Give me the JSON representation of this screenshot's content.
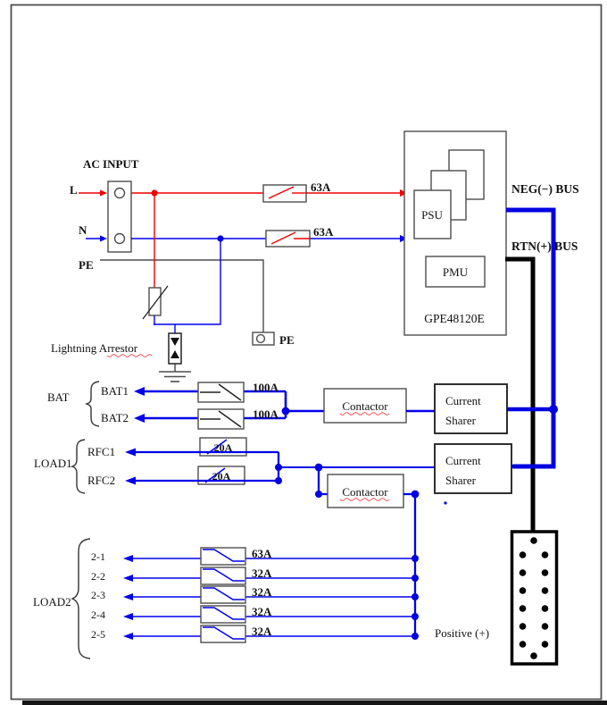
{
  "diagram": {
    "ac_input": {
      "title": "AC INPUT",
      "line_l": "L",
      "line_n": "N",
      "line_pe": "PE",
      "breaker_l": "63A",
      "breaker_n": "63A"
    },
    "arrestor": {
      "label": "Lightning Arrestor",
      "pe_terminal": "PE"
    },
    "rectifier": {
      "psu": "PSU",
      "pmu": "PMU",
      "model": "GPE48120E"
    },
    "bus": {
      "neg": "NEG(−) BUS",
      "rtn": "RTN(+) BUS"
    },
    "bat": {
      "group": "BAT",
      "items": [
        {
          "label": "BAT1",
          "breaker": "100A"
        },
        {
          "label": "BAT2",
          "breaker": "100A"
        }
      ],
      "contactor": "Contactor",
      "sharer_line1": "Current",
      "sharer_line2": "Sharer"
    },
    "load1": {
      "group": "LOAD1",
      "items": [
        {
          "label": "RFC1",
          "breaker": "20A"
        },
        {
          "label": "RFC2",
          "breaker": "20A"
        }
      ],
      "contactor": "Contactor",
      "sharer_line1": "Current",
      "sharer_line2": "Sharer"
    },
    "load2": {
      "group": "LOAD2",
      "items": [
        {
          "label": "2-1",
          "breaker": "63A"
        },
        {
          "label": "2-2",
          "breaker": "32A"
        },
        {
          "label": "2-3",
          "breaker": "32A"
        },
        {
          "label": "2-4",
          "breaker": "32A"
        },
        {
          "label": "2-5",
          "breaker": "32A"
        }
      ]
    },
    "positive_label": "Positive (+)",
    "colors": {
      "live_wire": "#f00000",
      "neutral_wire": "#0000f0",
      "neg_bus": "#0000e0",
      "rtn_bus": "#000000",
      "protective_earth_wire": "#4d4d4d",
      "spellcheck_underline": "#ff3030"
    }
  }
}
